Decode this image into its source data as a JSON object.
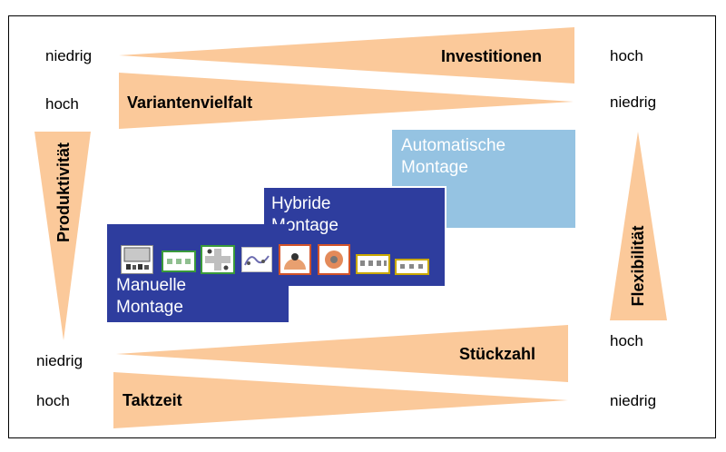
{
  "colors": {
    "wedge": "#fbc99a",
    "automatic_box": "#95c3e2",
    "hybrid_box": "#2e3d9e",
    "manual_box": "#2e3d9e",
    "frame": "#000000"
  },
  "top_rows": {
    "investitionen": {
      "label": "Investitionen",
      "left_value": "niedrig",
      "right_value": "hoch"
    },
    "variantenvielfalt": {
      "label": "Variantenvielfalt",
      "left_value": "hoch",
      "right_value": "niedrig"
    }
  },
  "bottom_rows": {
    "stueckzahl": {
      "label": "Stückzahl",
      "left_value": "niedrig",
      "right_value": "hoch"
    },
    "taktzeit": {
      "label": "Taktzeit",
      "left_value": "hoch",
      "right_value": "niedrig"
    }
  },
  "side_axes": {
    "produktivitaet": {
      "label": "Produktivität"
    },
    "flexibilitaet": {
      "label": "Flexibilität"
    }
  },
  "assembly_types": {
    "automatic": {
      "line1": "Automatische",
      "line2": "Montage"
    },
    "hybrid": {
      "line1": "Hybride",
      "line2": "Montage"
    },
    "manual": {
      "line1": "Manuelle",
      "line2": "Montage"
    }
  },
  "icons": [
    "workstation-icon",
    "conveyor-icon",
    "cross-cell-icon",
    "robot-arm-icon",
    "robot-cell-icon",
    "circle-cell-icon",
    "transfer-line-icon",
    "transfer-line-small-icon"
  ]
}
